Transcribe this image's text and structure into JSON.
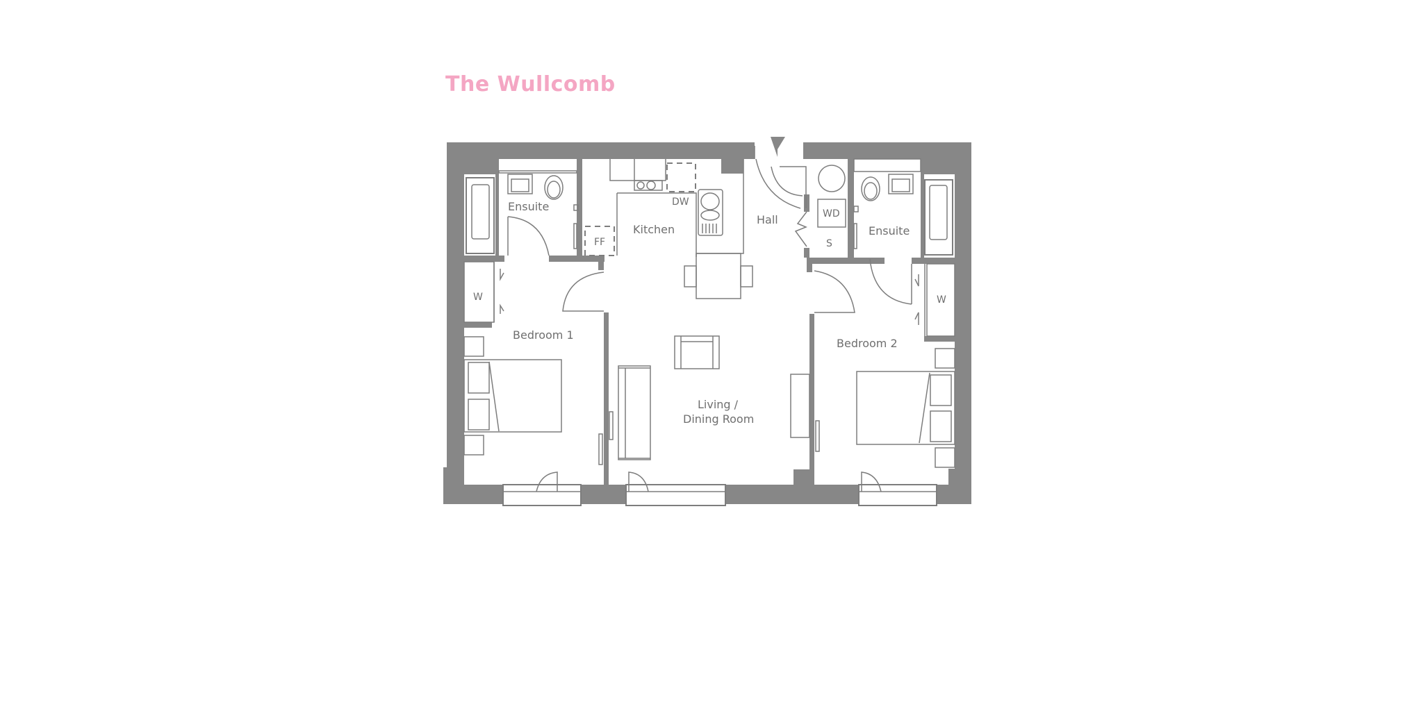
{
  "title": "The Wullcomb",
  "colors": {
    "title": "#f4a6c3",
    "walls": "#878787",
    "lines": "#7d7d7d",
    "labels": "#6f6f6f",
    "background": "#ffffff"
  },
  "rooms": {
    "ensuite_left": "Ensuite",
    "kitchen": "Kitchen",
    "hall": "Hall",
    "ensuite_right": "Ensuite",
    "bedroom1": "Bedroom 1",
    "bedroom2": "Bedroom 2",
    "living_line1": "Living /",
    "living_line2": "Dining Room"
  },
  "fixtures": {
    "fridge_freezer": "FF",
    "dishwasher": "DW",
    "washer_dryer": "WD",
    "storage": "S",
    "wardrobe_left": "W",
    "wardrobe_right": "W"
  },
  "entrance_marker": "entrance-arrow"
}
